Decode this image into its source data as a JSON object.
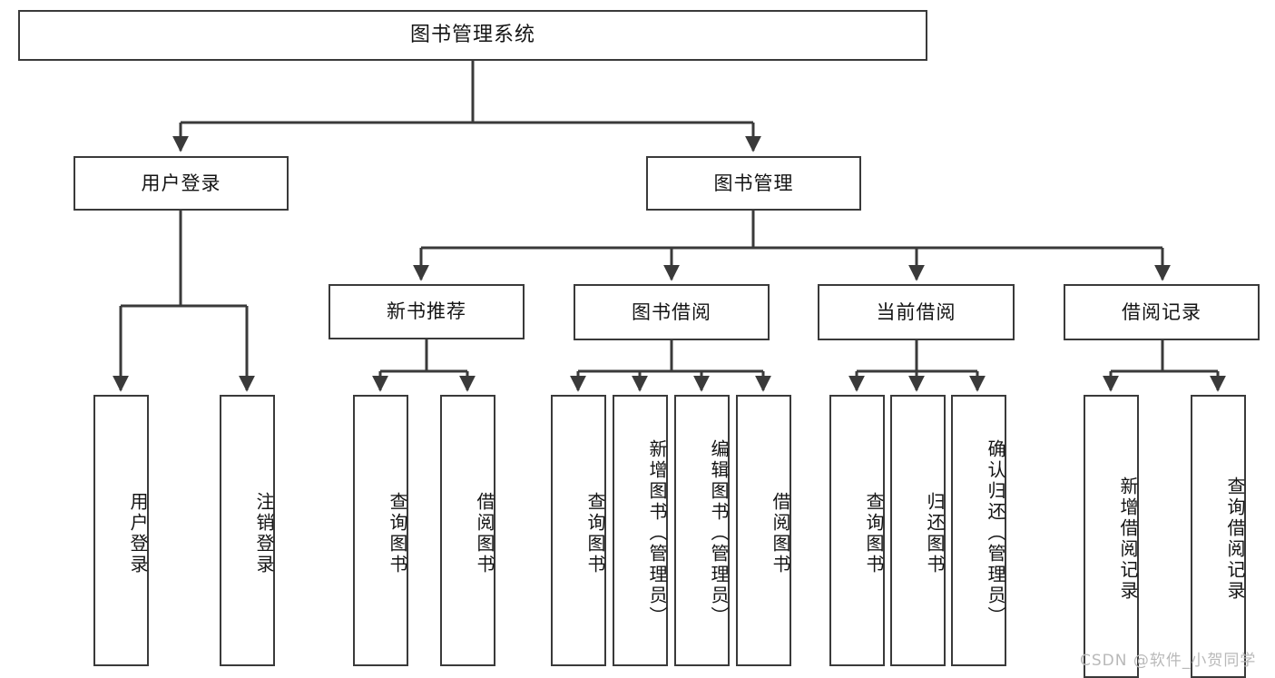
{
  "diagram": {
    "title": "图书管理系统",
    "watermark": "CSDN @软件_小贺同学",
    "colors": {
      "box_border": "#3a3a3a",
      "box_fill": "#ffffff",
      "connector": "#3a3a3a",
      "text": "#141414",
      "watermark": "#b9b9b9",
      "background": "#ffffff"
    },
    "levels": {
      "level1": [
        {
          "id": "root",
          "label": "图书管理系统"
        }
      ],
      "level2": [
        {
          "id": "user-login",
          "label": "用户登录"
        },
        {
          "id": "book-manage",
          "label": "图书管理"
        }
      ],
      "level3": [
        {
          "id": "new-book-recommend",
          "label": "新书推荐"
        },
        {
          "id": "book-borrow",
          "label": "图书借阅"
        },
        {
          "id": "current-borrow",
          "label": "当前借阅"
        },
        {
          "id": "borrow-record",
          "label": "借阅记录"
        }
      ],
      "level4": [
        {
          "id": "leaf-user-login",
          "parent": "user-login",
          "label": "用户登录"
        },
        {
          "id": "leaf-logout",
          "parent": "user-login",
          "label": "注销登录"
        },
        {
          "id": "leaf-query-book-1",
          "parent": "new-book-recommend",
          "label": "查询图书"
        },
        {
          "id": "leaf-borrow-book-1",
          "parent": "new-book-recommend",
          "label": "借阅图书"
        },
        {
          "id": "leaf-query-book-2",
          "parent": "book-borrow",
          "label": "查询图书"
        },
        {
          "id": "leaf-add-book",
          "parent": "book-borrow",
          "label": "新增图书（管理员）"
        },
        {
          "id": "leaf-edit-book",
          "parent": "book-borrow",
          "label": "编辑图书（管理员）"
        },
        {
          "id": "leaf-borrow-book-2",
          "parent": "book-borrow",
          "label": "借阅图书"
        },
        {
          "id": "leaf-query-book-3",
          "parent": "current-borrow",
          "label": "查询图书"
        },
        {
          "id": "leaf-return-book",
          "parent": "current-borrow",
          "label": "归还图书"
        },
        {
          "id": "leaf-confirm-return",
          "parent": "current-borrow",
          "label": "确认归还（管理员）"
        },
        {
          "id": "leaf-add-record",
          "parent": "borrow-record",
          "label": "新增借阅记录"
        },
        {
          "id": "leaf-query-record",
          "parent": "borrow-record",
          "label": "查询借阅记录"
        }
      ]
    }
  }
}
